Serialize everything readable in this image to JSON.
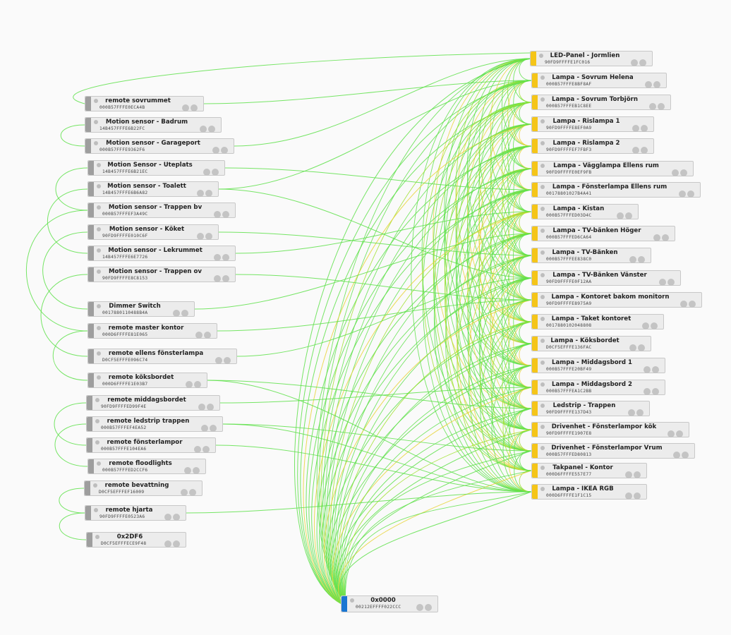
{
  "colors": {
    "remote_bar": "#9e9e9e",
    "light_bar": "#f5c518",
    "coordinator_bar": "#1976d2",
    "link_strong": "#5ee04a",
    "link_mid": "#9ee02a",
    "link_weak": "#e8d43a"
  },
  "coordinator": {
    "name": "0x0000",
    "mac": "00212EFFFF022CCC",
    "icon": "coordinator-node-icon"
  },
  "remotes": [
    {
      "name": "remote sovrummet",
      "mac": "000B57FFFE0ECA4B"
    },
    {
      "name": "Motion sensor - Badrum",
      "mac": "14B457FFFE6B22FC"
    },
    {
      "name": "Motion sensor - Garageport",
      "mac": "000B57FFFE9362F6"
    },
    {
      "name": "Motion Sensor - Uteplats",
      "mac": "14B457FFFE6B21EC"
    },
    {
      "name": "Motion sensor - Toalett",
      "mac": "14B457FFFE6B6A82"
    },
    {
      "name": "Motion sensor - Trappen bv",
      "mac": "000B57FFFEF3A49C"
    },
    {
      "name": "Motion sensor - Köket",
      "mac": "90FD9FFFFE010C6F"
    },
    {
      "name": "Motion sensor - Lekrummet",
      "mac": "14B457FFFE6E7726"
    },
    {
      "name": "Motion sensor - Trappen ov",
      "mac": "90FD9FFFFE8C8153"
    },
    {
      "name": "Dimmer Switch",
      "mac": "0017880110488B4A"
    },
    {
      "name": "remote master kontor",
      "mac": "000D6FFFFE81E065"
    },
    {
      "name": "remote ellens fönsterlampa",
      "mac": "D0CF5EFFFE096C74"
    },
    {
      "name": "remote köksbordet",
      "mac": "000D6FFFFE1E03B7"
    },
    {
      "name": "remote middagsbordet",
      "mac": "90FD9FFFFED99F4E"
    },
    {
      "name": "remote ledstrip trappen",
      "mac": "000B57FFFEF4EA52"
    },
    {
      "name": "remote fönsterlampor",
      "mac": "000B57FFFE104EA6"
    },
    {
      "name": "remote floodlights",
      "mac": "000B57FFFED2CCF6"
    },
    {
      "name": "remote bevattning",
      "mac": "D0CF5EFFFEF16009"
    },
    {
      "name": "remote hjarta",
      "mac": "90FD9FFFFE0523A6"
    },
    {
      "name": "0x2DF6",
      "mac": "D0CF5EFFFECE9F48"
    }
  ],
  "lights": [
    {
      "name": "LED-Panel - Jormlien",
      "mac": "90FD9FFFFE1FC016"
    },
    {
      "name": "Lampa - Sovrum Helena",
      "mac": "000B57FFFE8BF8AF"
    },
    {
      "name": "Lampa - Sovrum Torbjörn",
      "mac": "000B57FFFEB1C8EE"
    },
    {
      "name": "Lampa - Rislampa 1",
      "mac": "90FD9FFFFE8EF0A9"
    },
    {
      "name": "Lampa - Rislampa 2",
      "mac": "90FD9FFFFEF7FBF3"
    },
    {
      "name": "Lampa - Vägglampa Ellens rum",
      "mac": "90FD9FFFFE0EF9FB"
    },
    {
      "name": "Lampa - Fönsterlampa Ellens rum",
      "mac": "00178801027B4A41"
    },
    {
      "name": "Lampa - Kistan",
      "mac": "000B57FFFED03D4C"
    },
    {
      "name": "Lampa - TV-bänken Höger",
      "mac": "000B57FFFED6CA64"
    },
    {
      "name": "Lampa - TV-Bänken",
      "mac": "000B57FFFEE838C0"
    },
    {
      "name": "Lampa - TV-Bänken Vänster",
      "mac": "90FD9FFFFE0F12AA"
    },
    {
      "name": "Lampa - Kontoret bakom monitorn",
      "mac": "90FD9FFFFE8975A9"
    },
    {
      "name": "Lampa - Taket kontoret",
      "mac": "0017880102048808"
    },
    {
      "name": "Lampa - Köksbordet",
      "mac": "D0CF5EFFFE136FAC"
    },
    {
      "name": "Lampa - Middagsbord 1",
      "mac": "000B57FFFE20BF49"
    },
    {
      "name": "Lampa - Middagsbord 2",
      "mac": "000B57FFFEA1C2BB"
    },
    {
      "name": "Ledstrip - Trappen",
      "mac": "90FD9FFFFE137D43"
    },
    {
      "name": "Drivenhet - Fönsterlampor kök",
      "mac": "90FD9FFFFE1907E8"
    },
    {
      "name": "Drivenhet - Fönsterlampor Vrum",
      "mac": "000B57FFFED80813"
    },
    {
      "name": "Takpanel - Kontor",
      "mac": "000D6FFFFE557E77"
    },
    {
      "name": "Lampa - IKEA RGB",
      "mac": "000D6FFFFE1F1C15"
    }
  ]
}
